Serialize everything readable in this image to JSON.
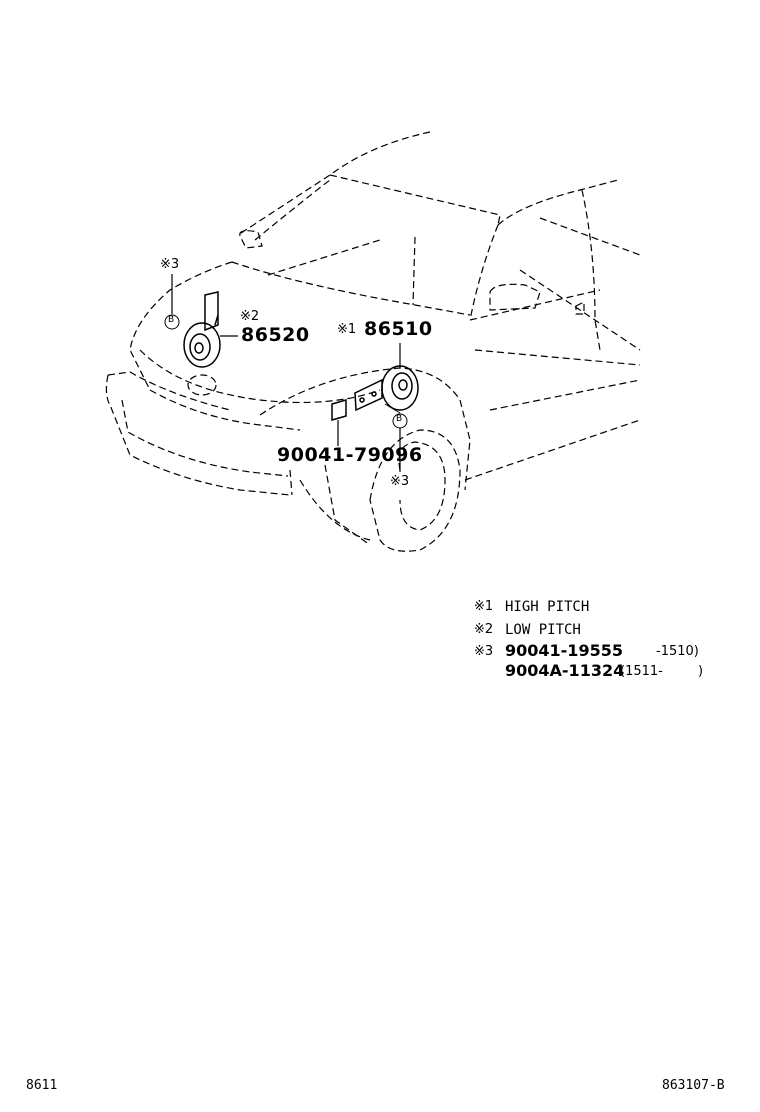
{
  "parts": {
    "high_pitch_horn": "86510",
    "low_pitch_horn": "86520",
    "bracket_bolt": "90041-79096",
    "high_pitch_mark": "※1",
    "low_pitch_mark": "※2",
    "bolt_mark_left": "※3",
    "bolt_mark_right": "※3",
    "bolt_symbol_left": "B",
    "bolt_symbol_right": "B"
  },
  "legend": {
    "row1_mark": "※1",
    "row1_text": "HIGH PITCH",
    "row2_mark": "※2",
    "row2_text": "LOW PITCH",
    "row3_mark": "※3",
    "row3_part_a": "90041-19555",
    "row3_range_a": "-1510)",
    "row4_part_b": "9004A-11324",
    "row4_range_b": "(1511-",
    "row4_range_close": ")"
  },
  "footer": {
    "section_code": "8611",
    "illustration_code": "863107-B"
  }
}
